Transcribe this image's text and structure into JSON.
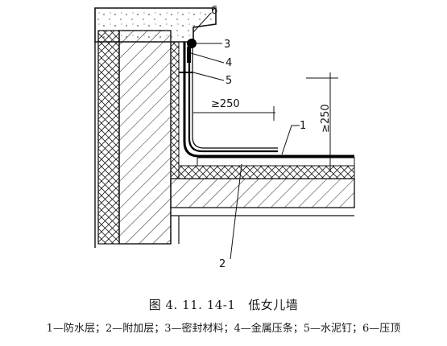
{
  "callouts": {
    "c1": "1",
    "c2": "2",
    "c3": "3",
    "c4": "4",
    "c5": "5",
    "c6": "6"
  },
  "dimensions": {
    "horizontal": "≥250",
    "vertical": "≥250"
  },
  "figure": {
    "number": "图 4. 11. 14-1",
    "title": "低女儿墙"
  },
  "legend": "1—防水层；2—附加层；3—密封材料；4—金属压条；5—水泥钉；6—压顶"
}
